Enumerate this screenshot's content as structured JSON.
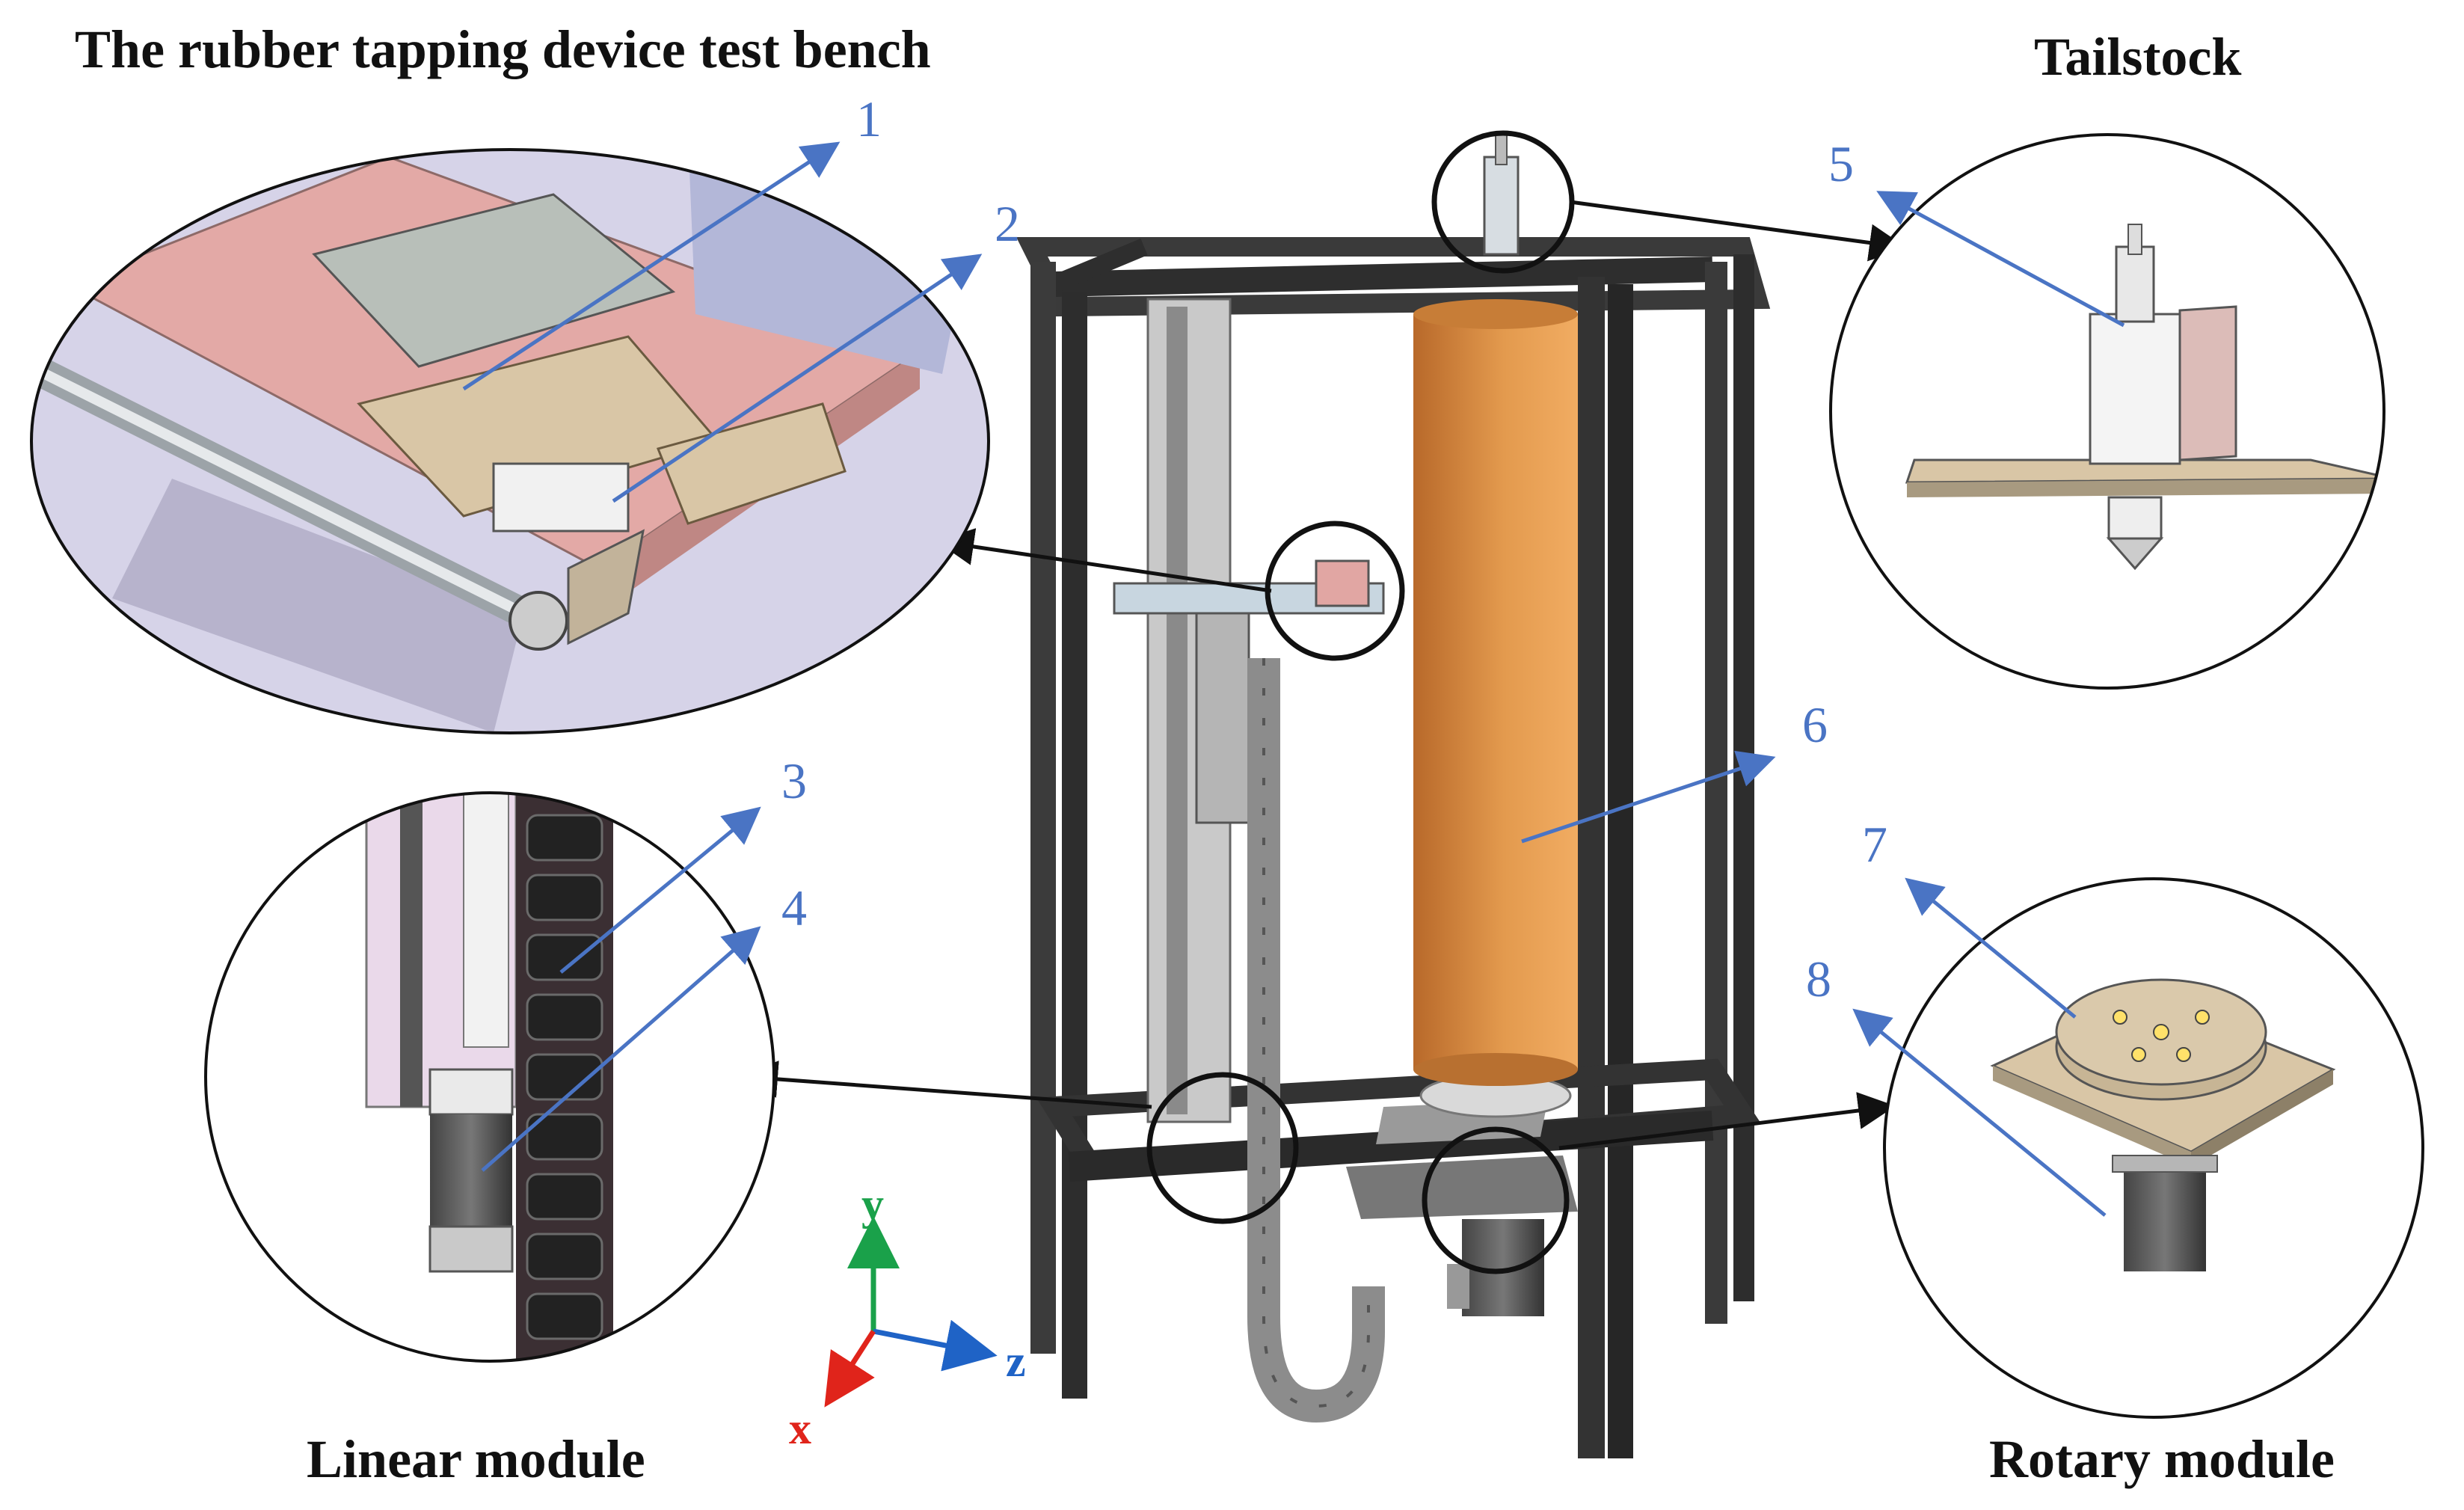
{
  "titles": {
    "bench": "The rubber tapping device test bench",
    "tailstock": "Tailstock",
    "linear": "Linear module",
    "rotary": "Rotary module"
  },
  "labels": [
    "1",
    "2",
    "3",
    "4",
    "5",
    "6",
    "7",
    "8"
  ],
  "axes": {
    "x": "x",
    "y": "y",
    "z": "z"
  },
  "colors": {
    "callout": "#4a74c4",
    "frame": "#3a3a3a",
    "roller": "#d58a3f",
    "axis_x": "#e0241b",
    "axis_y": "#1aa14a",
    "axis_z": "#1f63c6",
    "plate_pink": "#e3a9a6",
    "plate_beige": "#d9c6a6"
  }
}
